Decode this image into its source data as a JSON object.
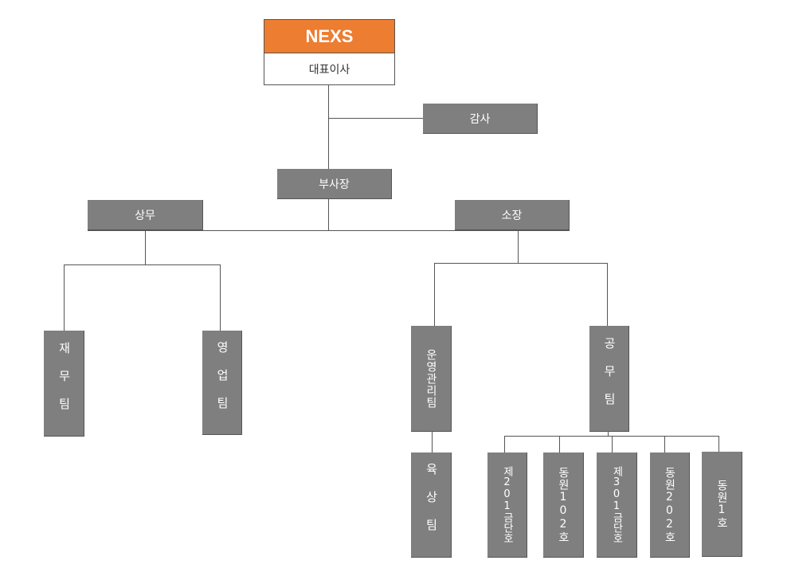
{
  "org": {
    "company": "NEXS",
    "ceo": "대표이사",
    "auditor": "감사",
    "vp": "부사장",
    "managing_director": "상무",
    "site_director": "소장",
    "finance_team": "재무팀",
    "sales_team": "영업팀",
    "operations_team": "운영관리팀",
    "engineering_team": "공무팀",
    "land_team": "육상팀",
    "vessels": [
      "제201금단호",
      "동원102호",
      "제301금단호",
      "동원202호",
      "동원1호"
    ]
  },
  "colors": {
    "brand": "#ed7d31",
    "box": "#7f7f7f",
    "text_on_box": "#ffffff",
    "line": "#555555"
  }
}
